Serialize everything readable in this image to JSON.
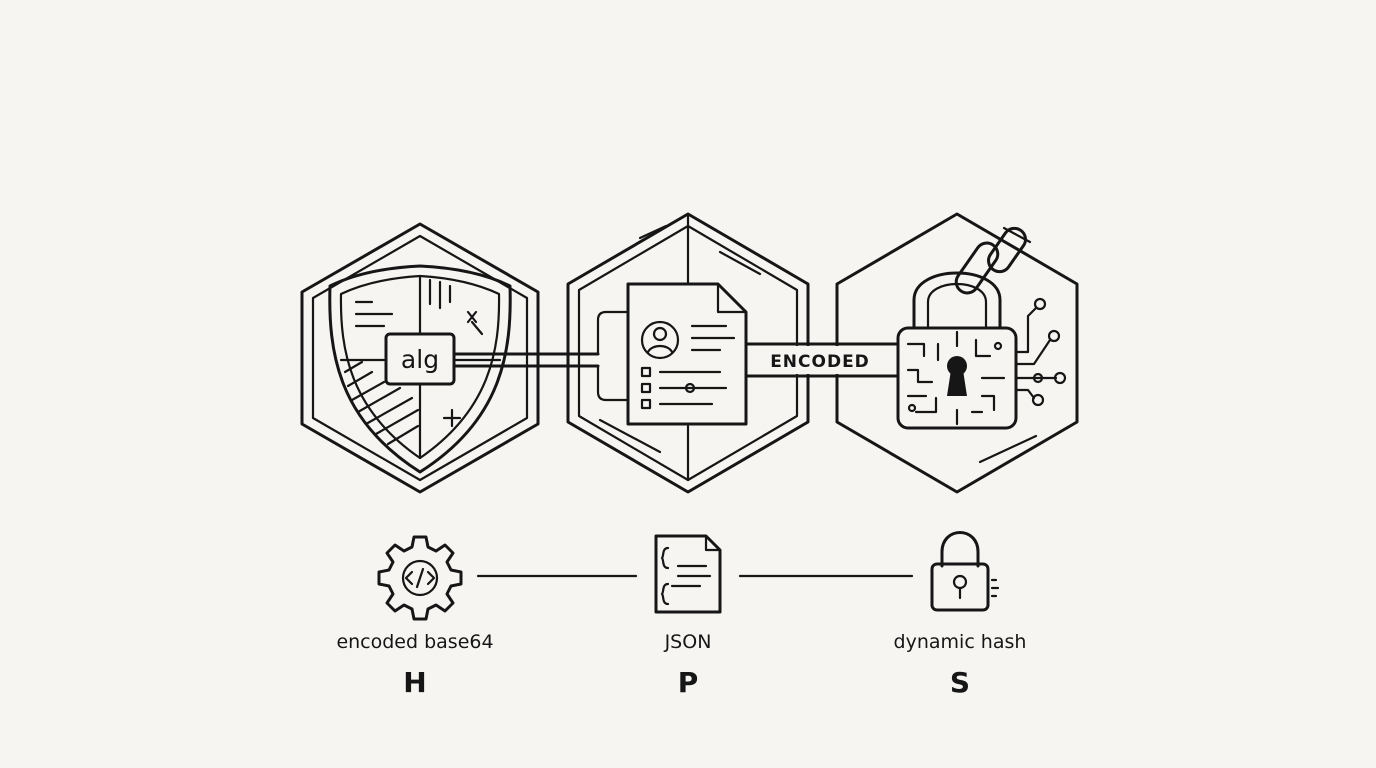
{
  "diagram": {
    "shield_label": "alg",
    "banner_label": "ENCODED",
    "segments": [
      {
        "description": "encoded base64",
        "letter": "H",
        "icon": "gear-code-icon"
      },
      {
        "description": "JSON",
        "letter": "P",
        "icon": "json-document-icon"
      },
      {
        "description": "dynamic hash",
        "letter": "S",
        "icon": "padlock-icon"
      }
    ]
  }
}
